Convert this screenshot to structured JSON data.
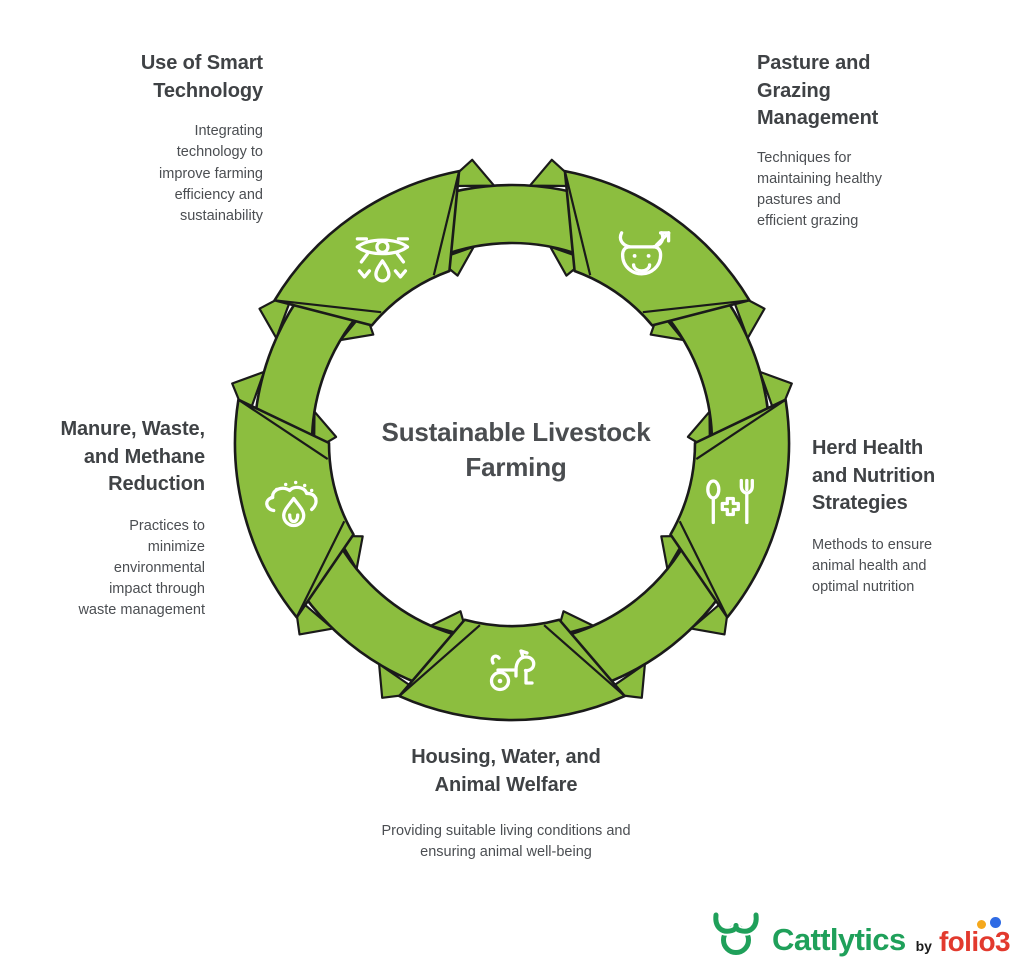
{
  "center": {
    "title": "Sustainable Livestock\nFarming"
  },
  "colors": {
    "ring_green": "#8CBE3F",
    "ring_outline": "#1A1A1A",
    "icon_white": "#FFFFFF",
    "heading_gray": "#3F4245",
    "body_gray": "#4B4E52",
    "logo_green": "#1FA05A",
    "folio_red": "#E23A2E",
    "dot_orange": "#F5A81C",
    "dot_blue": "#2F6BE4"
  },
  "segments": [
    {
      "id": "herd-health",
      "angle": 15,
      "icon": "spoon-fork-medical-icon",
      "title": "Herd Health\nand Nutrition\nStrategies",
      "description": "Methods to ensure\nanimal health and\noptimal nutrition"
    },
    {
      "id": "housing-welfare",
      "angle": 90,
      "icon": "dog-wheel-icon",
      "title": "Housing, Water, and\nAnimal Welfare",
      "description": "Providing suitable living conditions and\nensuring animal well-being"
    },
    {
      "id": "manure-reduction",
      "angle": 165,
      "icon": "cloud-flame-icon",
      "title": "Manure, Waste,\nand Methane\nReduction",
      "description": "Practices to\nminimize\nenvironmental\nimpact through\nwaste management"
    },
    {
      "id": "smart-technology",
      "angle": 235,
      "icon": "drone-sprayer-icon",
      "title": "Use of Smart\nTechnology",
      "description": "Integrating\ntechnology to\nimprove farming\nefficiency and\nsustainability"
    },
    {
      "id": "pasture-grazing",
      "angle": 305,
      "icon": "cow-arrow-icon",
      "title": "Pasture and\nGrazing\nManagement",
      "description": "Techniques for\nmaintaining healthy\npastures and\nefficient grazing"
    }
  ],
  "logo": {
    "icon": "bull-head-icon",
    "brand": "Cattlytics",
    "by_text": "by",
    "maker": "folio3"
  }
}
